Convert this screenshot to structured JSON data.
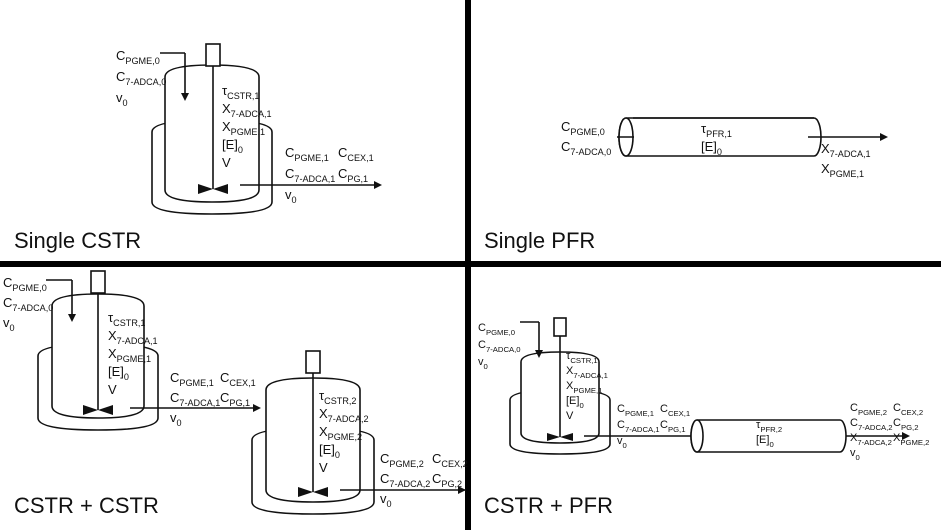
{
  "panels": {
    "single_cstr": {
      "title": "Single CSTR",
      "inlet": [
        {
          "base": "C",
          "sub": "PGME,0"
        },
        {
          "base": "C",
          "sub": "7-ADCA,0"
        },
        {
          "base": "v",
          "sub": "0"
        }
      ],
      "inside": [
        {
          "base": "τ",
          "sub": "CSTR,1"
        },
        {
          "base": "X",
          "sub": "7-ADCA,1"
        },
        {
          "base": "X",
          "sub": "PGME,1"
        },
        {
          "base": "[E]",
          "sub": "0"
        },
        {
          "base": "V",
          "sub": ""
        }
      ],
      "outlet_left": [
        {
          "base": "C",
          "sub": "PGME,1"
        },
        {
          "base": "C",
          "sub": "7-ADCA,1"
        },
        {
          "base": "v",
          "sub": "0"
        }
      ],
      "outlet_right": [
        {
          "base": "C",
          "sub": "CEX,1"
        },
        {
          "base": "C",
          "sub": "PG,1"
        }
      ]
    },
    "single_pfr": {
      "title": "Single PFR",
      "inlet": [
        {
          "base": "C",
          "sub": "PGME,0"
        },
        {
          "base": "C",
          "sub": "7-ADCA,0"
        }
      ],
      "inside": [
        {
          "base": "τ",
          "sub": "PFR,1"
        },
        {
          "base": "[E]",
          "sub": "0"
        }
      ],
      "outlet": [
        {
          "base": "X",
          "sub": "7-ADCA,1"
        },
        {
          "base": "X",
          "sub": "PGME,1"
        }
      ]
    },
    "cstr_cstr": {
      "title": "CSTR + CSTR",
      "inlet": [
        {
          "base": "C",
          "sub": "PGME,0"
        },
        {
          "base": "C",
          "sub": "7-ADCA,0"
        },
        {
          "base": "v",
          "sub": "0"
        }
      ],
      "reactor1_inside": [
        {
          "base": "τ",
          "sub": "CSTR,1"
        },
        {
          "base": "X",
          "sub": "7-ADCA,1"
        },
        {
          "base": "X",
          "sub": "PGME,1"
        },
        {
          "base": "[E]",
          "sub": "0"
        },
        {
          "base": "V",
          "sub": ""
        }
      ],
      "mid_left": [
        {
          "base": "C",
          "sub": "PGME,1"
        },
        {
          "base": "C",
          "sub": "7-ADCA,1"
        },
        {
          "base": "v",
          "sub": "0"
        }
      ],
      "mid_right": [
        {
          "base": "C",
          "sub": "CEX,1"
        },
        {
          "base": "C",
          "sub": "PG,1"
        }
      ],
      "reactor2_inside": [
        {
          "base": "τ",
          "sub": "CSTR,2"
        },
        {
          "base": "X",
          "sub": "7-ADCA,2"
        },
        {
          "base": "X",
          "sub": "PGME,2"
        },
        {
          "base": "[E]",
          "sub": "0"
        },
        {
          "base": "V",
          "sub": ""
        }
      ],
      "outlet_left": [
        {
          "base": "C",
          "sub": "PGME,2"
        },
        {
          "base": "C",
          "sub": "7-ADCA,2"
        },
        {
          "base": "v",
          "sub": "0"
        }
      ],
      "outlet_right": [
        {
          "base": "C",
          "sub": "CEX,2"
        },
        {
          "base": "C",
          "sub": "PG,2"
        }
      ]
    },
    "cstr_pfr": {
      "title": "CSTR + PFR",
      "inlet": [
        {
          "base": "C",
          "sub": "PGME,0"
        },
        {
          "base": "C",
          "sub": "7-ADCA,0"
        },
        {
          "base": "v",
          "sub": "0"
        }
      ],
      "reactor_inside": [
        {
          "base": "τ",
          "sub": "CSTR,1"
        },
        {
          "base": "X",
          "sub": "7-ADCA,1"
        },
        {
          "base": "X",
          "sub": "PGME,1"
        },
        {
          "base": "[E]",
          "sub": "0"
        },
        {
          "base": "V",
          "sub": ""
        }
      ],
      "mid_left": [
        {
          "base": "C",
          "sub": "PGME,1"
        },
        {
          "base": "C",
          "sub": "7-ADCA,1"
        },
        {
          "base": "v",
          "sub": "0"
        }
      ],
      "mid_right": [
        {
          "base": "C",
          "sub": "CEX,1"
        },
        {
          "base": "C",
          "sub": "PG,1"
        }
      ],
      "pfr_inside": [
        {
          "base": "τ",
          "sub": "PFR,2"
        },
        {
          "base": "[E]",
          "sub": "0"
        }
      ],
      "outlet_left": [
        {
          "base": "C",
          "sub": "PGME,2"
        },
        {
          "base": "C",
          "sub": "7-ADCA,2"
        },
        {
          "base": "X",
          "sub": "7-ADCA,2"
        },
        {
          "base": "v",
          "sub": "0"
        }
      ],
      "outlet_right": [
        {
          "base": "C",
          "sub": "CEX,2"
        },
        {
          "base": "C",
          "sub": "PG,2"
        },
        {
          "base": "X",
          "sub": "PGME,2"
        }
      ]
    }
  }
}
